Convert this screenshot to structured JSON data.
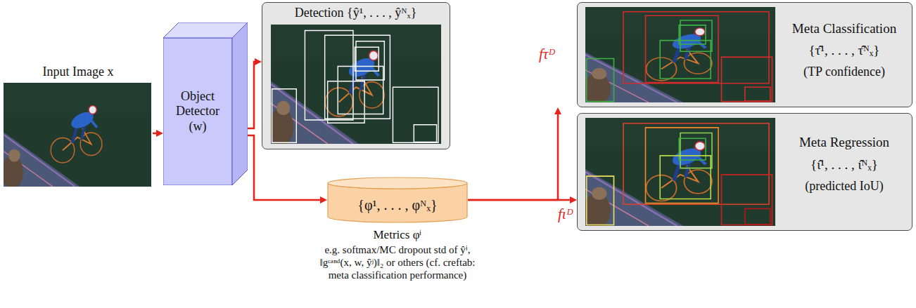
{
  "diagram": {
    "nodes": [
      {
        "text": [
          "Input Image x"
        ]
      },
      {
        "text": [
          "Object Detector (w)"
        ]
      },
      {
        "text": [
          "Detection {ŷ¹, . . . , ŷᴺₓ}"
        ]
      },
      {
        "text": [
          "{φ¹, . . . , φᴺₓ}",
          "Metrics φⁱ",
          "e.g. softmax/MC dropout std of ŷⁱ, ‖gᶜᵃⁿᵈ(x, w, ŷʲ)‖₂ or others (cf. creftab: meta classification performance)"
        ]
      },
      {
        "text": [
          "Meta Classification",
          "{τ̂¹, . . . , τ̂ᴺₓ}",
          "(TP confidence)"
        ]
      },
      {
        "text": [
          "Meta Regression",
          "{ι̂¹, . . . , ι̂ᴺₓ}",
          "(predicted IoU)"
        ]
      }
    ],
    "edges": [
      {
        "from": 0,
        "to": 1,
        "arrow": "to"
      },
      {
        "from": 1,
        "to": 2,
        "arrow": "to"
      },
      {
        "from": 1,
        "to": 3,
        "arrow": "to"
      },
      {
        "from": 3,
        "to": 4,
        "arrow": "to",
        "label": "fτᴰ"
      },
      {
        "from": 3,
        "to": 5,
        "arrow": "to",
        "label": "fιᴰ"
      }
    ]
  }
}
